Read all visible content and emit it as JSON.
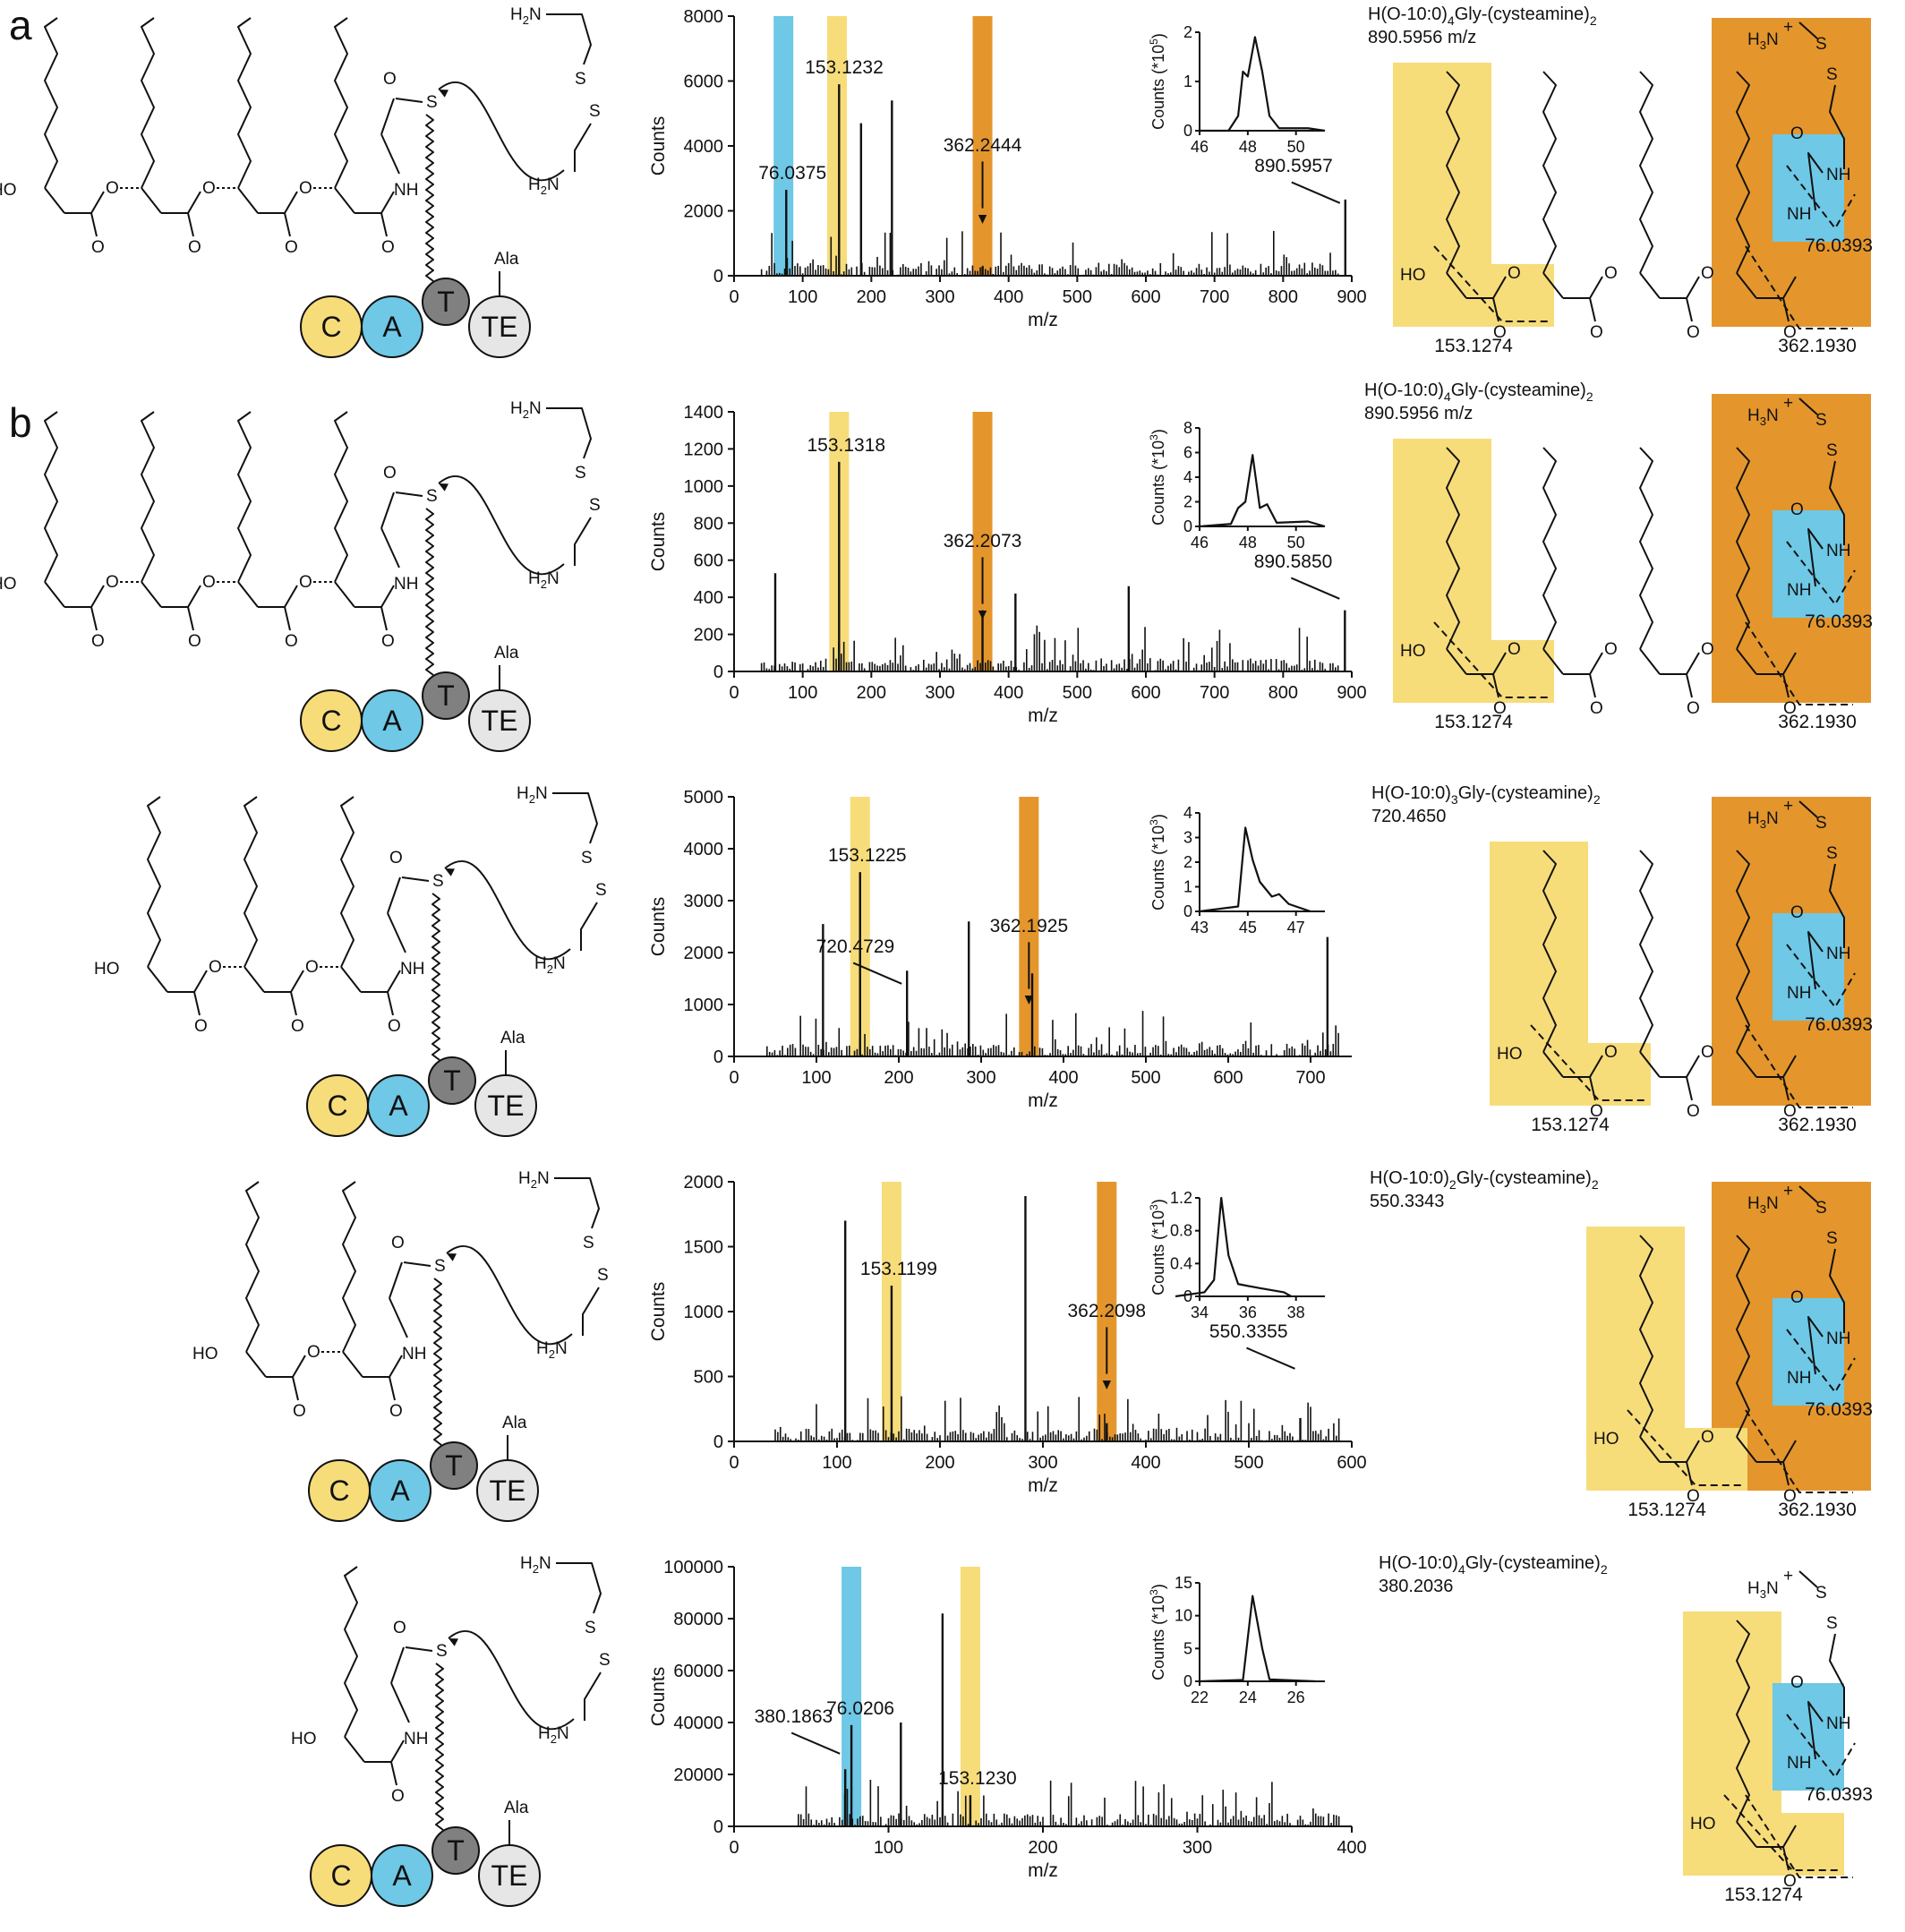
{
  "panel_labels": [
    "a",
    "b"
  ],
  "colors": {
    "yellow": "#f7dc7a",
    "blue": "#6ec8e6",
    "orange": "#e4962c",
    "tdomain": "#808080",
    "tedomain": "#e6e6e6",
    "line": "#111111"
  },
  "chem_labels": {
    "ho": "HO",
    "h2n": "H",
    "h2n_sub": "2",
    "h2n_tail": "N",
    "s": "S",
    "o": "O",
    "nh": "NH",
    "ala": "Ala",
    "h3n": "H",
    "h3n_sub": "3",
    "h3n_tail": "N"
  },
  "domains": [
    "C",
    "A",
    "T",
    "TE"
  ],
  "chart_data": [
    {
      "type": "bar",
      "row": 0,
      "xlabel": "m/z",
      "ylabel": "Counts",
      "xlim": [
        0,
        900
      ],
      "ylim": [
        0,
        8000
      ],
      "xticks": [
        0,
        100,
        200,
        300,
        400,
        500,
        600,
        700,
        800,
        900
      ],
      "yticks": [
        0,
        2000,
        4000,
        6000,
        8000
      ],
      "highlights": [
        {
          "color": "blue",
          "center": 72,
          "label": "76.0375"
        },
        {
          "color": "yellow",
          "center": 150,
          "label": "153.1232"
        },
        {
          "color": "orange",
          "center": 362,
          "label": "362.2444"
        }
      ],
      "peaks": [
        [
          76,
          2650
        ],
        [
          153,
          5900
        ],
        [
          230,
          5400
        ],
        [
          185,
          4700
        ],
        [
          362,
          280
        ],
        [
          890.6,
          2350
        ]
      ],
      "parent_label": "890.5957",
      "inset": {
        "xticks": [
          46,
          48,
          50
        ],
        "yticks": [
          0,
          1,
          2
        ],
        "ylabel": "Counts (*10",
        "ylabel_exp": "5",
        "ylabel_end": ")",
        "trace": [
          [
            46,
            0
          ],
          [
            47.2,
            0
          ],
          [
            47.6,
            0.3
          ],
          [
            47.8,
            1.2
          ],
          [
            48.0,
            1.1
          ],
          [
            48.3,
            1.9
          ],
          [
            48.6,
            1.2
          ],
          [
            48.9,
            0.3
          ],
          [
            49.3,
            0.05
          ],
          [
            50.5,
            0.05
          ],
          [
            51.2,
            0
          ]
        ]
      }
    },
    {
      "type": "bar",
      "row": 1,
      "xlabel": "m/z",
      "ylabel": "Counts",
      "xlim": [
        0,
        900
      ],
      "ylim": [
        0,
        1400
      ],
      "xticks": [
        0,
        100,
        200,
        300,
        400,
        500,
        600,
        700,
        800,
        900
      ],
      "yticks": [
        0,
        200,
        400,
        600,
        800,
        1000,
        1200,
        1400
      ],
      "highlights": [
        {
          "color": "yellow",
          "center": 153,
          "label": "153.1318"
        },
        {
          "color": "orange",
          "center": 362,
          "label": "362.2073"
        }
      ],
      "peaks": [
        [
          153,
          1130
        ],
        [
          362,
          330
        ],
        [
          60,
          530
        ],
        [
          575,
          460
        ],
        [
          410,
          420
        ],
        [
          890,
          330
        ]
      ],
      "parent_label": "890.5850",
      "inset": {
        "xticks": [
          46,
          48,
          50
        ],
        "yticks": [
          0,
          2,
          4,
          6,
          8
        ],
        "ylabel": "Counts (*10",
        "ylabel_exp": "3",
        "ylabel_end": ")",
        "trace": [
          [
            46,
            0
          ],
          [
            47.3,
            0.2
          ],
          [
            47.6,
            1.5
          ],
          [
            47.9,
            2.0
          ],
          [
            48.2,
            5.8
          ],
          [
            48.5,
            1.5
          ],
          [
            48.8,
            1.8
          ],
          [
            49.2,
            0.3
          ],
          [
            50.5,
            0.4
          ],
          [
            51.2,
            0
          ]
        ]
      }
    },
    {
      "type": "bar",
      "row": 2,
      "xlabel": "m/z",
      "ylabel": "Counts",
      "xlim": [
        0,
        750
      ],
      "ylim": [
        0,
        5000
      ],
      "xticks": [
        0,
        100,
        200,
        300,
        400,
        500,
        600,
        700
      ],
      "yticks": [
        0,
        1000,
        2000,
        3000,
        4000,
        5000
      ],
      "highlights": [
        {
          "color": "yellow",
          "center": 153,
          "label": "153.1225"
        },
        {
          "color": "orange",
          "center": 358,
          "label": "362.1925"
        }
      ],
      "peaks": [
        [
          153,
          3550
        ],
        [
          362,
          1600
        ],
        [
          108,
          2550
        ],
        [
          285,
          2600
        ],
        [
          720.5,
          2300
        ],
        [
          210,
          1650
        ]
      ],
      "parent_label": "720.4729",
      "inset": {
        "xticks": [
          43,
          45,
          47
        ],
        "yticks": [
          0,
          1,
          2,
          3,
          4
        ],
        "ylabel": "Counts (*10",
        "ylabel_exp": "3",
        "ylabel_end": ")",
        "trace": [
          [
            43,
            0
          ],
          [
            44.6,
            0.2
          ],
          [
            44.9,
            3.4
          ],
          [
            45.2,
            2.1
          ],
          [
            45.5,
            1.2
          ],
          [
            46.0,
            0.6
          ],
          [
            46.3,
            0.7
          ],
          [
            46.7,
            0.3
          ],
          [
            47.6,
            0
          ]
        ]
      }
    },
    {
      "type": "bar",
      "row": 3,
      "xlabel": "m/z",
      "ylabel": "Counts",
      "xlim": [
        0,
        600
      ],
      "ylim": [
        0,
        2000
      ],
      "xticks": [
        0,
        100,
        200,
        300,
        400,
        500,
        600
      ],
      "yticks": [
        0,
        500,
        1000,
        1500,
        2000
      ],
      "highlights": [
        {
          "color": "yellow",
          "center": 153,
          "label": "153.1199"
        },
        {
          "color": "orange",
          "center": 362,
          "label": "362.2098"
        }
      ],
      "peaks": [
        [
          153,
          1200
        ],
        [
          108,
          1700
        ],
        [
          283,
          1890
        ],
        [
          362,
          140
        ],
        [
          550,
          180
        ]
      ],
      "parent_label": "550.3355",
      "inset": {
        "xticks": [
          34,
          36,
          38
        ],
        "yticks": [
          0,
          0.4,
          0.8,
          1.2
        ],
        "ylabel": "Counts (*10",
        "ylabel_exp": "3",
        "ylabel_end": ")",
        "trace": [
          [
            33,
            0
          ],
          [
            34.2,
            0.05
          ],
          [
            34.6,
            0.2
          ],
          [
            34.9,
            1.2
          ],
          [
            35.2,
            0.5
          ],
          [
            35.6,
            0.15
          ],
          [
            36.5,
            0.1
          ],
          [
            37.5,
            0.05
          ],
          [
            37.8,
            0
          ]
        ]
      }
    },
    {
      "type": "bar",
      "row": 4,
      "xlabel": "m/z",
      "ylabel": "Counts",
      "xlim": [
        0,
        400
      ],
      "ylim": [
        0,
        100000
      ],
      "xticks": [
        0,
        100,
        200,
        300,
        400
      ],
      "yticks": [
        0,
        20000,
        40000,
        60000,
        80000,
        100000
      ],
      "highlights": [
        {
          "color": "blue",
          "center": 76,
          "label": "76.0206"
        },
        {
          "color": "yellow",
          "center": 153,
          "label": "153.1230"
        }
      ],
      "peaks": [
        [
          76,
          39000
        ],
        [
          135,
          82000
        ],
        [
          108,
          40000
        ],
        [
          153,
          12000
        ],
        [
          72,
          22000
        ]
      ],
      "parent_label": "380.1863",
      "inset": {
        "xticks": [
          22,
          24,
          26
        ],
        "yticks": [
          0,
          5,
          10,
          15
        ],
        "ylabel": "Counts (*10",
        "ylabel_exp": "3",
        "ylabel_end": ")",
        "trace": [
          [
            22,
            0
          ],
          [
            23.8,
            0.2
          ],
          [
            24.2,
            13
          ],
          [
            24.6,
            5
          ],
          [
            24.9,
            0.3
          ],
          [
            26.8,
            0
          ]
        ]
      }
    }
  ],
  "ion_headers": [
    {
      "pre": "H(O-10:0)",
      "sub": "4",
      "post": "Gly-(cysteamine)",
      "sub2": "2",
      "mass": "890.5956 m/z"
    },
    {
      "pre": "H(O-10:0)",
      "sub": "4",
      "post": "Gly-(cysteamine)",
      "sub2": "2",
      "mass": "890.5956 m/z"
    },
    {
      "pre": "H(O-10:0)",
      "sub": "3",
      "post": "Gly-(cysteamine)",
      "sub2": "2",
      "mass": "720.4650"
    },
    {
      "pre": "H(O-10:0)",
      "sub": "2",
      "post": "Gly-(cysteamine)",
      "sub2": "2",
      "mass": "550.3343"
    },
    {
      "pre": "H(O-10:0)",
      "sub": "4",
      "post": "Gly-(cysteamine)",
      "sub2": "2",
      "mass": "380.2036"
    }
  ],
  "fragment_masses": {
    "yellow": "153.1274",
    "blue": "76.0393",
    "orange": "362.1930"
  }
}
